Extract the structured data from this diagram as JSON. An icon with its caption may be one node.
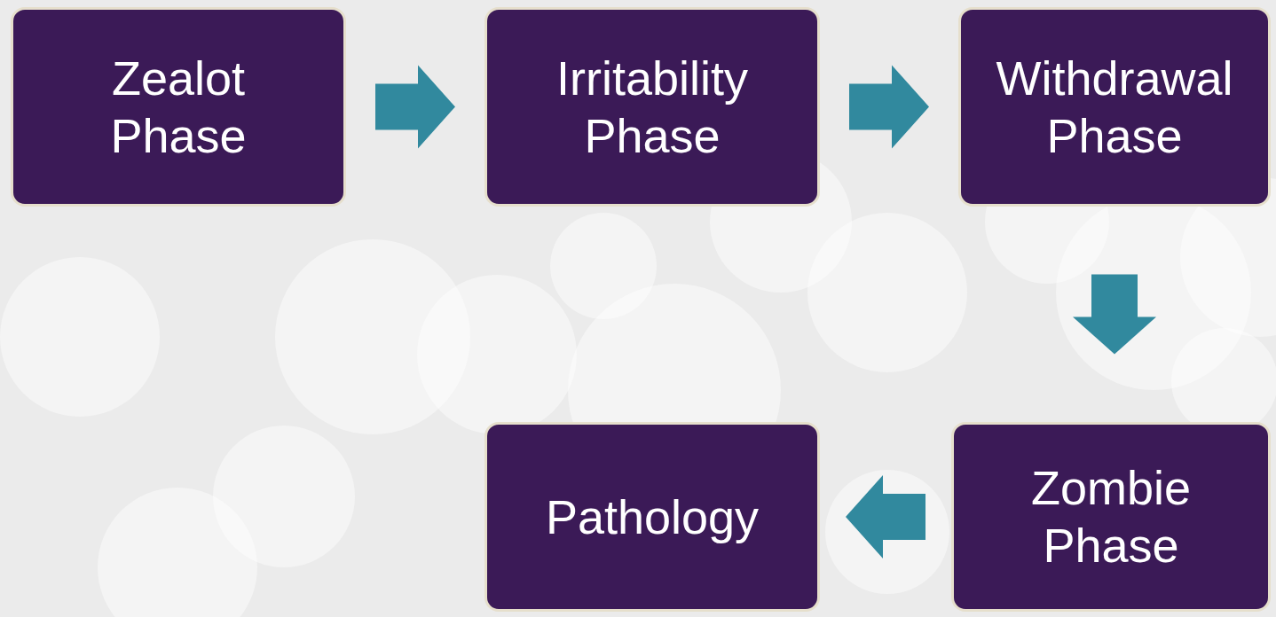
{
  "diagram": {
    "nodes": [
      {
        "text": [
          "Zealot Phase"
        ]
      },
      {
        "text": [
          "Irritability Phase"
        ]
      },
      {
        "text": [
          "Withdrawal Phase"
        ]
      },
      {
        "text": [
          "Pathology"
        ]
      },
      {
        "text": [
          "Zombie Phase"
        ]
      }
    ],
    "edges": [
      {
        "from": 0,
        "to": 1,
        "arrow": "to"
      },
      {
        "from": 1,
        "to": 2,
        "arrow": "to"
      },
      {
        "from": 2,
        "to": 4,
        "arrow": "to"
      },
      {
        "from": 4,
        "to": 3,
        "arrow": "to"
      }
    ]
  }
}
